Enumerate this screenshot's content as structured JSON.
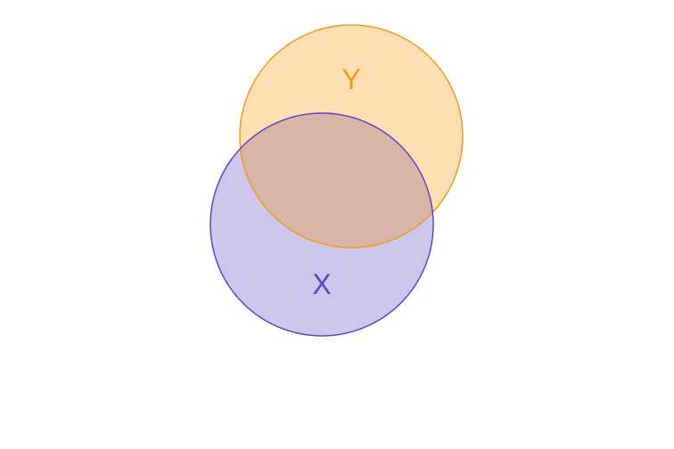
{
  "diagram": {
    "type": "venn",
    "sets": [
      {
        "id": "X",
        "label": "X",
        "fill_color": "#cdc6ed",
        "stroke_color": "#5b46c2",
        "text_color": "#5b46c2"
      },
      {
        "id": "Y",
        "label": "Y",
        "fill_color": "#ffdfb3",
        "stroke_color": "#f39a1e",
        "text_color": "#f39a1e"
      }
    ],
    "overlap": {
      "sets": [
        "X",
        "Y"
      ],
      "fill_color": "#d9b5a7"
    }
  }
}
